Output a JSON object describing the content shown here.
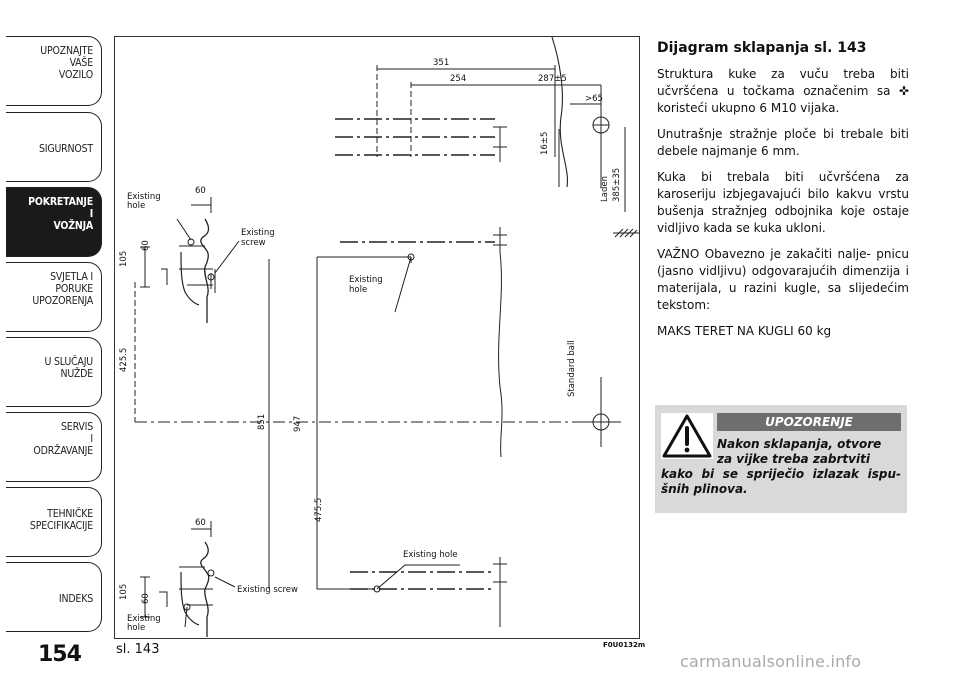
{
  "sidebar": {
    "tabs": [
      {
        "label": "UPOZNAJTE\nVAŠE\nVOZILO",
        "active": false
      },
      {
        "label": "SIGURNOST",
        "active": false
      },
      {
        "label": "POKRETANJE\nI\nVOŽNJA",
        "active": true
      },
      {
        "label": "SVJETLA I\nPORUKE\nUPOZORENJA",
        "active": false
      },
      {
        "label": "U SLUČAJU\nNUŽDE",
        "active": false
      },
      {
        "label": "SERVIS\nI\nODRŽAVANJE",
        "active": false
      },
      {
        "label": "TEHNIČKE\nSPECIFIKACIJE",
        "active": false
      },
      {
        "label": "INDEKS",
        "active": false
      }
    ]
  },
  "page_number": "154",
  "figure": {
    "caption": "sl. 143",
    "code": "F0U0132m",
    "labels": {
      "dim_351": "351",
      "dim_254": "254",
      "dim_287": "287±5",
      "dim_65": ">65",
      "dim_16": "16±5",
      "laden": "Laden",
      "dim_385": "385±35",
      "existing_hole": "Existing",
      "hole": "hole",
      "existing_screw_1": "Existing",
      "existing_screw_2": "screw",
      "dim_60": "60",
      "dim_105": "105",
      "dim_425": "425.5",
      "dim_851": "851",
      "dim_947": "947",
      "dim_475": "475.5",
      "standard_ball": "Standard ball",
      "existing_hole_line": "Existing hole",
      "existing_screw_line": "Existing screw"
    }
  },
  "content": {
    "title": "Dijagram sklapanja sl. 143",
    "p1": "Struktura kuke za vuču treba biti učvršćena u točkama označenim sa ✜ koristeći ukupno 6 M10 vijaka.",
    "p2": "Unutrašnje stražnje ploče bi trebale biti debele najmanje 6 mm.",
    "p3": "Kuka bi trebala biti učvršćena za karoseriju izbjegavajući bilo kakvu vrstu bušenja stražnjeg odbojnika koje ostaje vidljivo kada se kuka ukloni.",
    "p4": "VAŽNO Obavezno je zakačiti nalje- pnicu (jasno vidljivu) odgovarajućih dimenzija i materijala, u razini kugle, sa slijedećim tekstom:",
    "p5": "MAKS TERET NA KUGLI 60  kg"
  },
  "warning": {
    "heading": "UPOZORENJE",
    "text_line1": "Nakon sklapanja, otvore",
    "text_line2": "za vijke treba zabrtviti",
    "text_rest": "kako bi se spriječio izlazak ispu- šnih plinova."
  },
  "watermark": "carmanualsonline.info"
}
